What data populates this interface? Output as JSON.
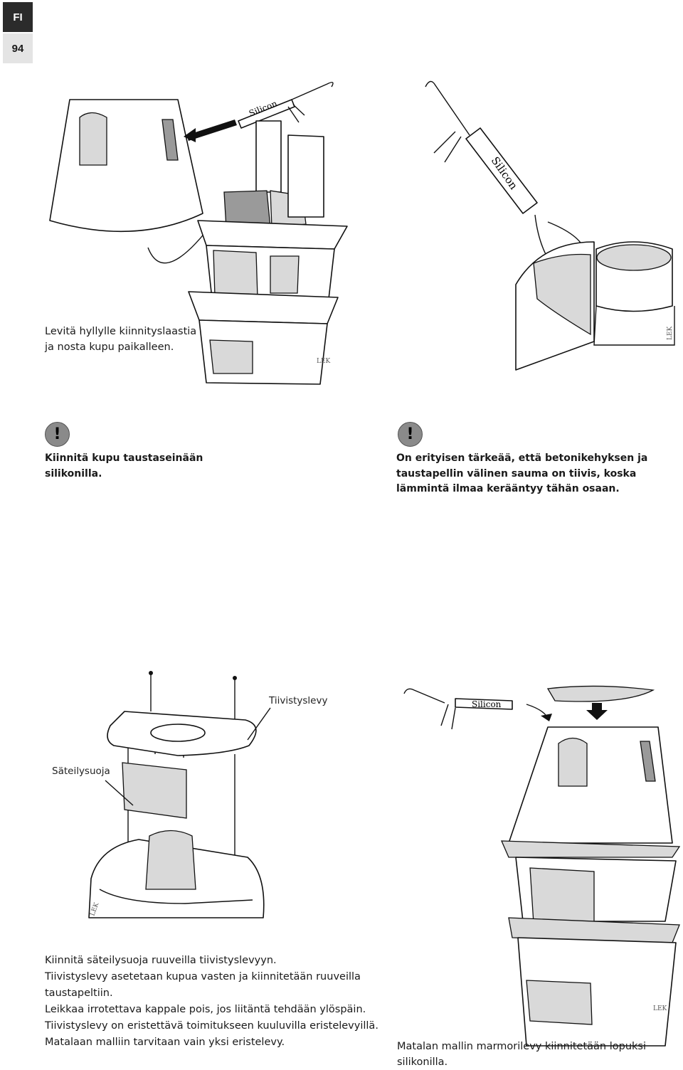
{
  "header": {
    "lang": "FI",
    "page_number": "94"
  },
  "captions": {
    "c1": "Levitä hyllylle kiinnityslaastia\nja nosta kupu paikalleen.",
    "warn1": "Kiinnitä kupu taustaseinään\nsilikonilla.",
    "warn2": "On erityisen tärkeää, että betonikehyksen ja\ntaustapellin välinen sauma on tiivis, koska\nlämmintä ilmaa kerääntyy tähän osaan.",
    "c3": "Kiinnitä säteilysuoja ruuveilla tiivistyslevyyn.\nTiivistyslevy asetetaan kupua vasten ja kiinnitetään ruuveilla\ntaustapeltiin.\nLeikkaa irrotettava kappale pois, jos liitäntä tehdään ylöspäin.\nTiivistyslevy on eristettävä toimitukseen kuuluvilla eristelevyillä.\nMatalaan malliin tarvitaan vain yksi eristelevy.",
    "c4": "Matalan mallin marmorilevy kiinnitetään lopuksi silikonilla."
  },
  "labels": {
    "tiivistyslevy": "Tiivistyslevy",
    "sateilysuoja": "Säteilysuoja",
    "silicon": "Silicon",
    "lek": "LEK"
  },
  "icons": {
    "warning": "warning-icon"
  }
}
